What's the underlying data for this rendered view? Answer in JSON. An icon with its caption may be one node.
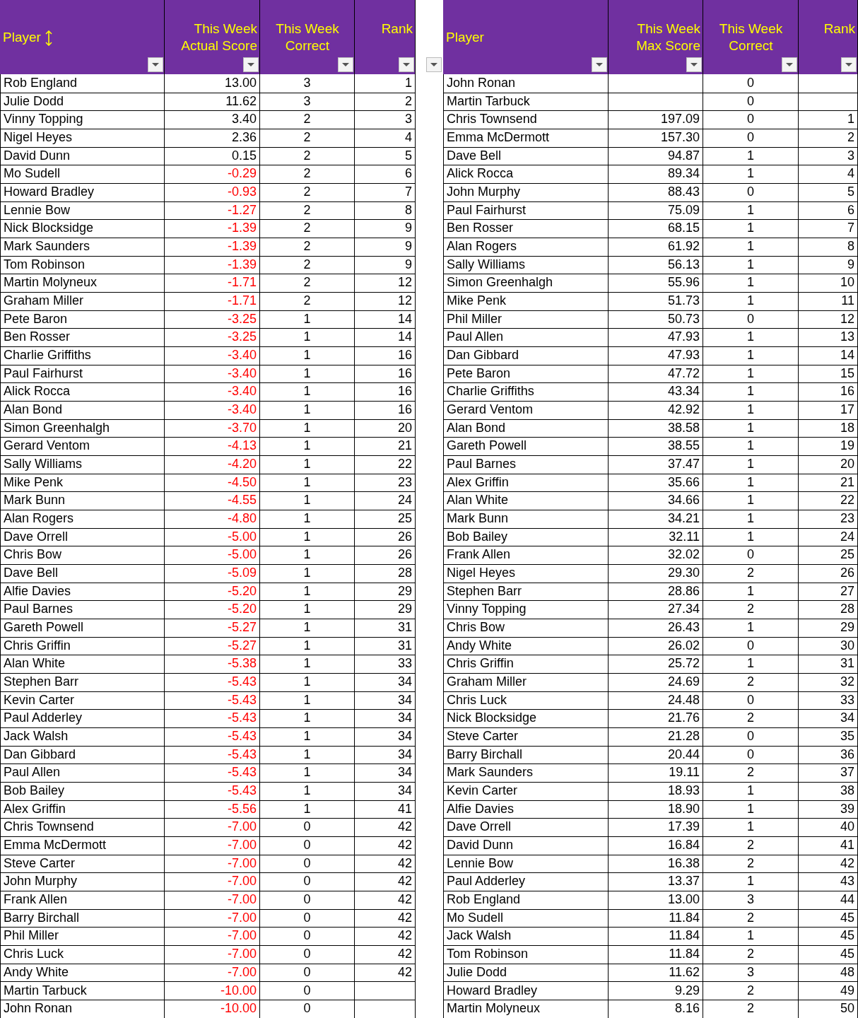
{
  "diagram": {
    "labels": [
      "Player",
      "This Week Actual Score",
      "This Week Correct",
      "Rank",
      "Player",
      "This Week Max Score",
      "This Week Correct",
      "Rank",
      "Rob England",
      "13.00",
      "3",
      "1",
      "John Ronan",
      "0",
      "Julie Dodd",
      "11.62",
      "3",
      "2",
      "Martin Tarbuck",
      "0",
      "Vinny Topping",
      "3.40",
      "2",
      "3",
      "Chris Townsend",
      "197.09",
      "0",
      "1",
      "Nigel Heyes",
      "2.36",
      "2",
      "4",
      "Emma McDermott",
      "157.30",
      "0",
      "2",
      "David Dunn",
      "0.15",
      "2",
      "5",
      "Dave Bell",
      "94.87",
      "1",
      "3",
      "Mo Sudell",
      "-0.29",
      "2",
      "6",
      "Alick Rocca",
      "89.34",
      "1",
      "4",
      "Howard Bradley",
      "-0.93",
      "2",
      "7",
      "John Murphy",
      "88.43",
      "0",
      "5",
      "Lennie Bow",
      "-1.27",
      "2",
      "8",
      "Paul Fairhurst",
      "75.09",
      "1",
      "6",
      "Nick Blocksidge",
      "-1.39",
      "2",
      "9",
      "Ben Rosser",
      "68.15",
      "1",
      "7",
      "Mark Saunders",
      "-1.39",
      "2",
      "9",
      "Alan Rogers",
      "61.92",
      "1",
      "8",
      "Tom Robinson",
      "-1.39",
      "2",
      "9",
      "Sally Williams",
      "56.13",
      "1",
      "9",
      "Martin Molyneux",
      "-1.71",
      "2",
      "12",
      "Simon Greenhalgh",
      "55.96",
      "1",
      "10",
      "Graham Miller",
      "-1.71",
      "2",
      "12",
      "Mike Penk",
      "51.73",
      "1",
      "11",
      "Pete Baron",
      "-3.25",
      "1",
      "14",
      "Phil Miller",
      "50.73",
      "0",
      "12",
      "Ben Rosser",
      "-3.25",
      "1",
      "14",
      "Paul Allen",
      "47.93",
      "1",
      "13",
      "Charlie Griffiths",
      "-3.40",
      "1",
      "16",
      "Dan Gibbard",
      "47.93",
      "1",
      "14",
      "Paul Fairhurst",
      "-3.40",
      "1",
      "16",
      "Pete Baron",
      "47.72",
      "1",
      "15",
      "Alick Rocca",
      "-3.40",
      "1",
      "16",
      "Charlie Griffiths",
      "43.34",
      "1",
      "16",
      "Alan Bond",
      "-3.40",
      "1",
      "16",
      "Gerard Ventom",
      "42.92",
      "1",
      "17",
      "Simon Greenhalgh",
      "-3.70",
      "1",
      "20",
      "Alan Bond",
      "38.58",
      "1",
      "18",
      "Gerard Ventom",
      "-4.13",
      "1",
      "21",
      "Gareth Powell",
      "38.55",
      "1",
      "19",
      "Sally Williams",
      "-4.20",
      "1",
      "22",
      "Paul Barnes",
      "37.47",
      "1",
      "20",
      "Mike Penk",
      "-4.50",
      "1",
      "23",
      "Alex Griffin",
      "35.66",
      "1",
      "21",
      "Mark Bunn",
      "-4.55",
      "1",
      "24",
      "Alan White",
      "34.66",
      "1",
      "22",
      "Alan Rogers",
      "-4.80",
      "1",
      "25",
      "Mark Bunn",
      "34.21",
      "1",
      "23",
      "Dave Orrell",
      "-5.00",
      "1",
      "26",
      "Bob Bailey",
      "32.11",
      "1",
      "24",
      "Chris Bow",
      "-5.00",
      "1",
      "26",
      "Frank Allen",
      "32.02",
      "0",
      "25",
      "Dave Bell",
      "-5.09",
      "1",
      "28",
      "Nigel Heyes",
      "29.30",
      "2",
      "26",
      "Alfie Davies",
      "-5.20",
      "1",
      "29",
      "Stephen Barr",
      "28.86",
      "1",
      "27",
      "Paul Barnes",
      "-5.20",
      "1",
      "29",
      "Vinny Topping",
      "27.34",
      "2",
      "28",
      "Gareth Powell",
      "-5.27",
      "1",
      "31",
      "Chris Bow",
      "26.43",
      "1",
      "29",
      "Chris Griffin",
      "-5.27",
      "1",
      "31",
      "Andy White",
      "26.02",
      "0",
      "30",
      "Alan White",
      "-5.38",
      "1",
      "33",
      "Chris Griffin",
      "25.72",
      "1",
      "31",
      "Stephen Barr",
      "-5.43",
      "1",
      "34",
      "Graham Miller",
      "24.69",
      "2",
      "32",
      "Kevin Carter",
      "-5.43",
      "1",
      "34",
      "Chris Luck",
      "24.48",
      "0",
      "33",
      "Paul Adderley",
      "-5.43",
      "1",
      "34",
      "Nick Blocksidge",
      "21.76",
      "2",
      "34",
      "Jack Walsh",
      "-5.43",
      "1",
      "34",
      "Steve Carter",
      "21.28",
      "0",
      "35",
      "Dan Gibbard",
      "-5.43",
      "1",
      "34",
      "Barry Birchall",
      "20.44",
      "0",
      "36",
      "Paul Allen",
      "-5.43",
      "1",
      "34",
      "Mark Saunders",
      "19.11",
      "2",
      "37",
      "Bob Bailey",
      "-5.43",
      "1",
      "34",
      "Kevin Carter",
      "18.93",
      "1",
      "38",
      "Alex Griffin",
      "-5.56",
      "1",
      "41",
      "Alfie Davies",
      "18.90",
      "1",
      "39",
      "Chris Townsend",
      "-7.00",
      "0",
      "42",
      "Dave Orrell",
      "17.39",
      "1",
      "40",
      "Emma McDermott",
      "-7.00",
      "0",
      "42",
      "David Dunn",
      "16.84",
      "2",
      "41",
      "Steve Carter",
      "-7.00",
      "0",
      "42",
      "Lennie Bow",
      "16.38",
      "2",
      "42",
      "John Murphy",
      "-7.00",
      "0",
      "42",
      "Paul Adderley",
      "13.37",
      "1",
      "43",
      "Frank Allen",
      "-7.00",
      "0",
      "42",
      "Rob England",
      "13.00",
      "3",
      "44",
      "Barry Birchall",
      "-7.00",
      "0",
      "42",
      "Mo Sudell",
      "11.84",
      "2",
      "45",
      "Phil Miller",
      "-7.00",
      "0",
      "42",
      "Jack Walsh",
      "11.84",
      "1",
      "45",
      "Chris Luck",
      "-7.00",
      "0",
      "42",
      "Tom Robinson",
      "11.84",
      "2",
      "45",
      "Andy White",
      "-7.00",
      "0",
      "42",
      "Julie Dodd",
      "11.62",
      "3",
      "48",
      "Martin Tarbuck",
      "-10.00",
      "0",
      "Howard Bradley",
      "9.29",
      "2",
      "49",
      "John Ronan",
      "-10.00",
      "0",
      "Martin Molyneux",
      "8.16",
      "2",
      "50"
    ]
  }
}
